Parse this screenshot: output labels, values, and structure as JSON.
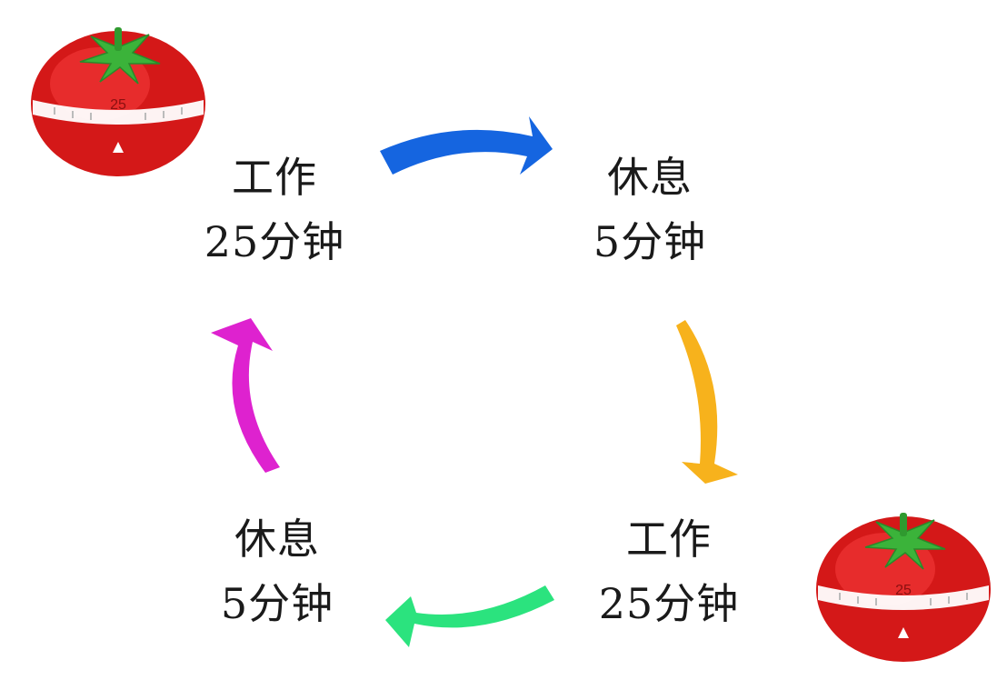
{
  "nodes": {
    "top_left": {
      "line1": "工作",
      "line2": "25分钟"
    },
    "top_right": {
      "line1": "休息",
      "line2": "5分钟"
    },
    "bottom_right": {
      "line1": "工作",
      "line2": "25分钟"
    },
    "bottom_left": {
      "line1": "休息",
      "line2": "5分钟"
    }
  },
  "timer": {
    "dial_number": "25"
  },
  "colors": {
    "arrow_top": "#1565e0",
    "arrow_right": "#f7b21c",
    "arrow_bottom": "#2be37e",
    "arrow_left": "#de22cf",
    "tomato_red": "#e02020",
    "tomato_leaf": "#3bb33a"
  }
}
